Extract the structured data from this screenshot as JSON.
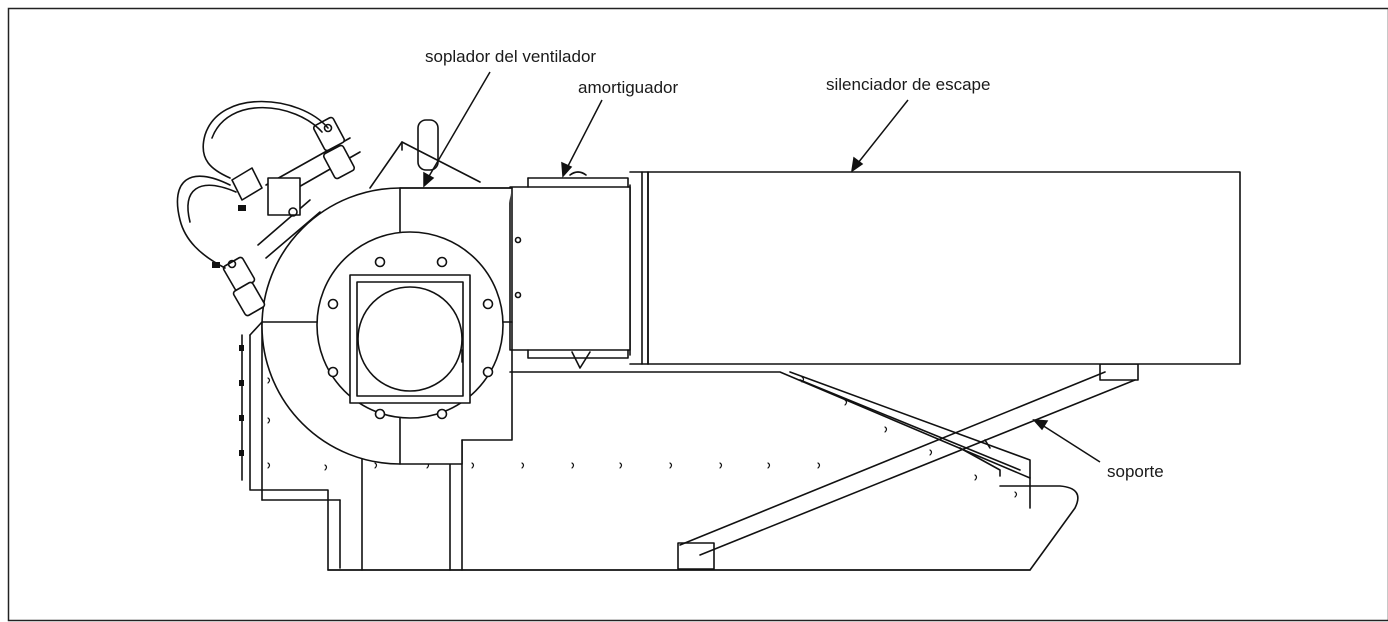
{
  "labels": {
    "fan_blower": "soplador del ventilador",
    "damper": "amortiguador",
    "exhaust_silencer": "silenciador de escape",
    "support": "soporte"
  }
}
